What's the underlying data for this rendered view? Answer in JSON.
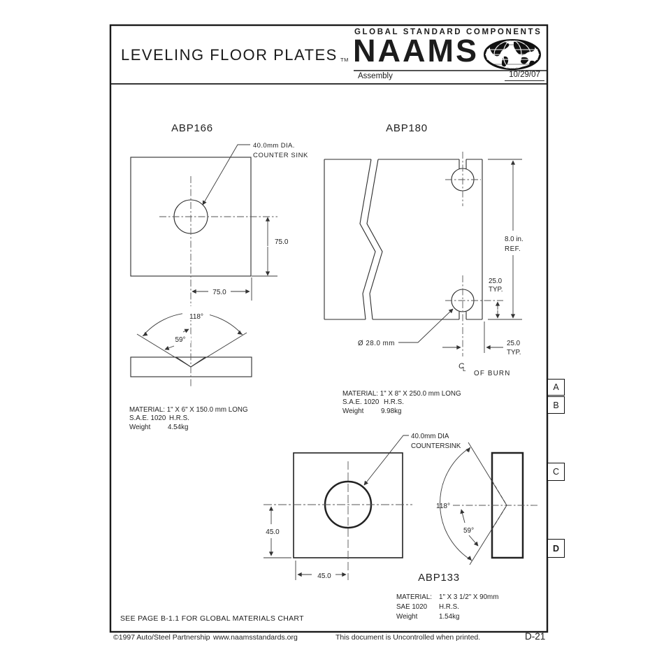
{
  "header": {
    "title": "LEVELING FLOOR PLATES",
    "trademark": "TM",
    "brand_top": "GLOBAL STANDARD COMPONENTS",
    "brand": "NAAMS",
    "subtitle": "Assembly",
    "date": "10/29/07"
  },
  "drawings": {
    "abp166": {
      "label": "ABP166",
      "callout": [
        "40.0mm DIA.",
        "COUNTER SINK"
      ],
      "dim_height": "75.0",
      "dim_width": "75.0",
      "angle_full": "118°",
      "angle_half": "59°",
      "material": "MATERIAL: 1\" X 6\" X 150.0 mm LONG",
      "grade_label": "S.A.E. 1020",
      "grade_value": "H.R.S.",
      "weight_label": "Weight",
      "weight_value": "4.54kg"
    },
    "abp180": {
      "label": "ABP180",
      "dim_ref": [
        "8.0 in.",
        "REF."
      ],
      "dim_typ_v": [
        "25.0",
        "TYP."
      ],
      "dim_typ_h": [
        "25.0",
        "TYP."
      ],
      "hole_callout": "Ø 28.0 mm",
      "burn_symbol_c": "C",
      "burn_symbol_l": "L",
      "burn_note": "OF BURN",
      "material": "MATERIAL: 1\" X 8\" X 250.0 mm LONG",
      "grade_label": "S.A.E. 1020",
      "grade_value": "H.R.S.",
      "weight_label": "Weight",
      "weight_value": "9.98kg"
    },
    "abp133": {
      "label": "ABP133",
      "callout": [
        "40.0mm DIA",
        "COUNTERSINK"
      ],
      "dim_height": "45.0",
      "dim_width": "45.0",
      "angle_full": "118°",
      "angle_half": "59°",
      "material_label": "MATERIAL:",
      "material_value": "1\" X 3 1/2\" X 90mm",
      "grade_label": "SAE 1020",
      "grade_value": "H.R.S.",
      "weight_label": "Weight",
      "weight_value": "1.54kg"
    }
  },
  "note": "SEE PAGE B-1.1 FOR GLOBAL MATERIALS CHART",
  "tabs": {
    "a": "A",
    "b": "B",
    "c": "C",
    "d": "D"
  },
  "footer": {
    "copyright": "©1997 Auto/Steel Partnership",
    "website": "www.naamsstandards.org",
    "notice": "This document is Uncontrolled when printed.",
    "page_number": "D-21"
  }
}
